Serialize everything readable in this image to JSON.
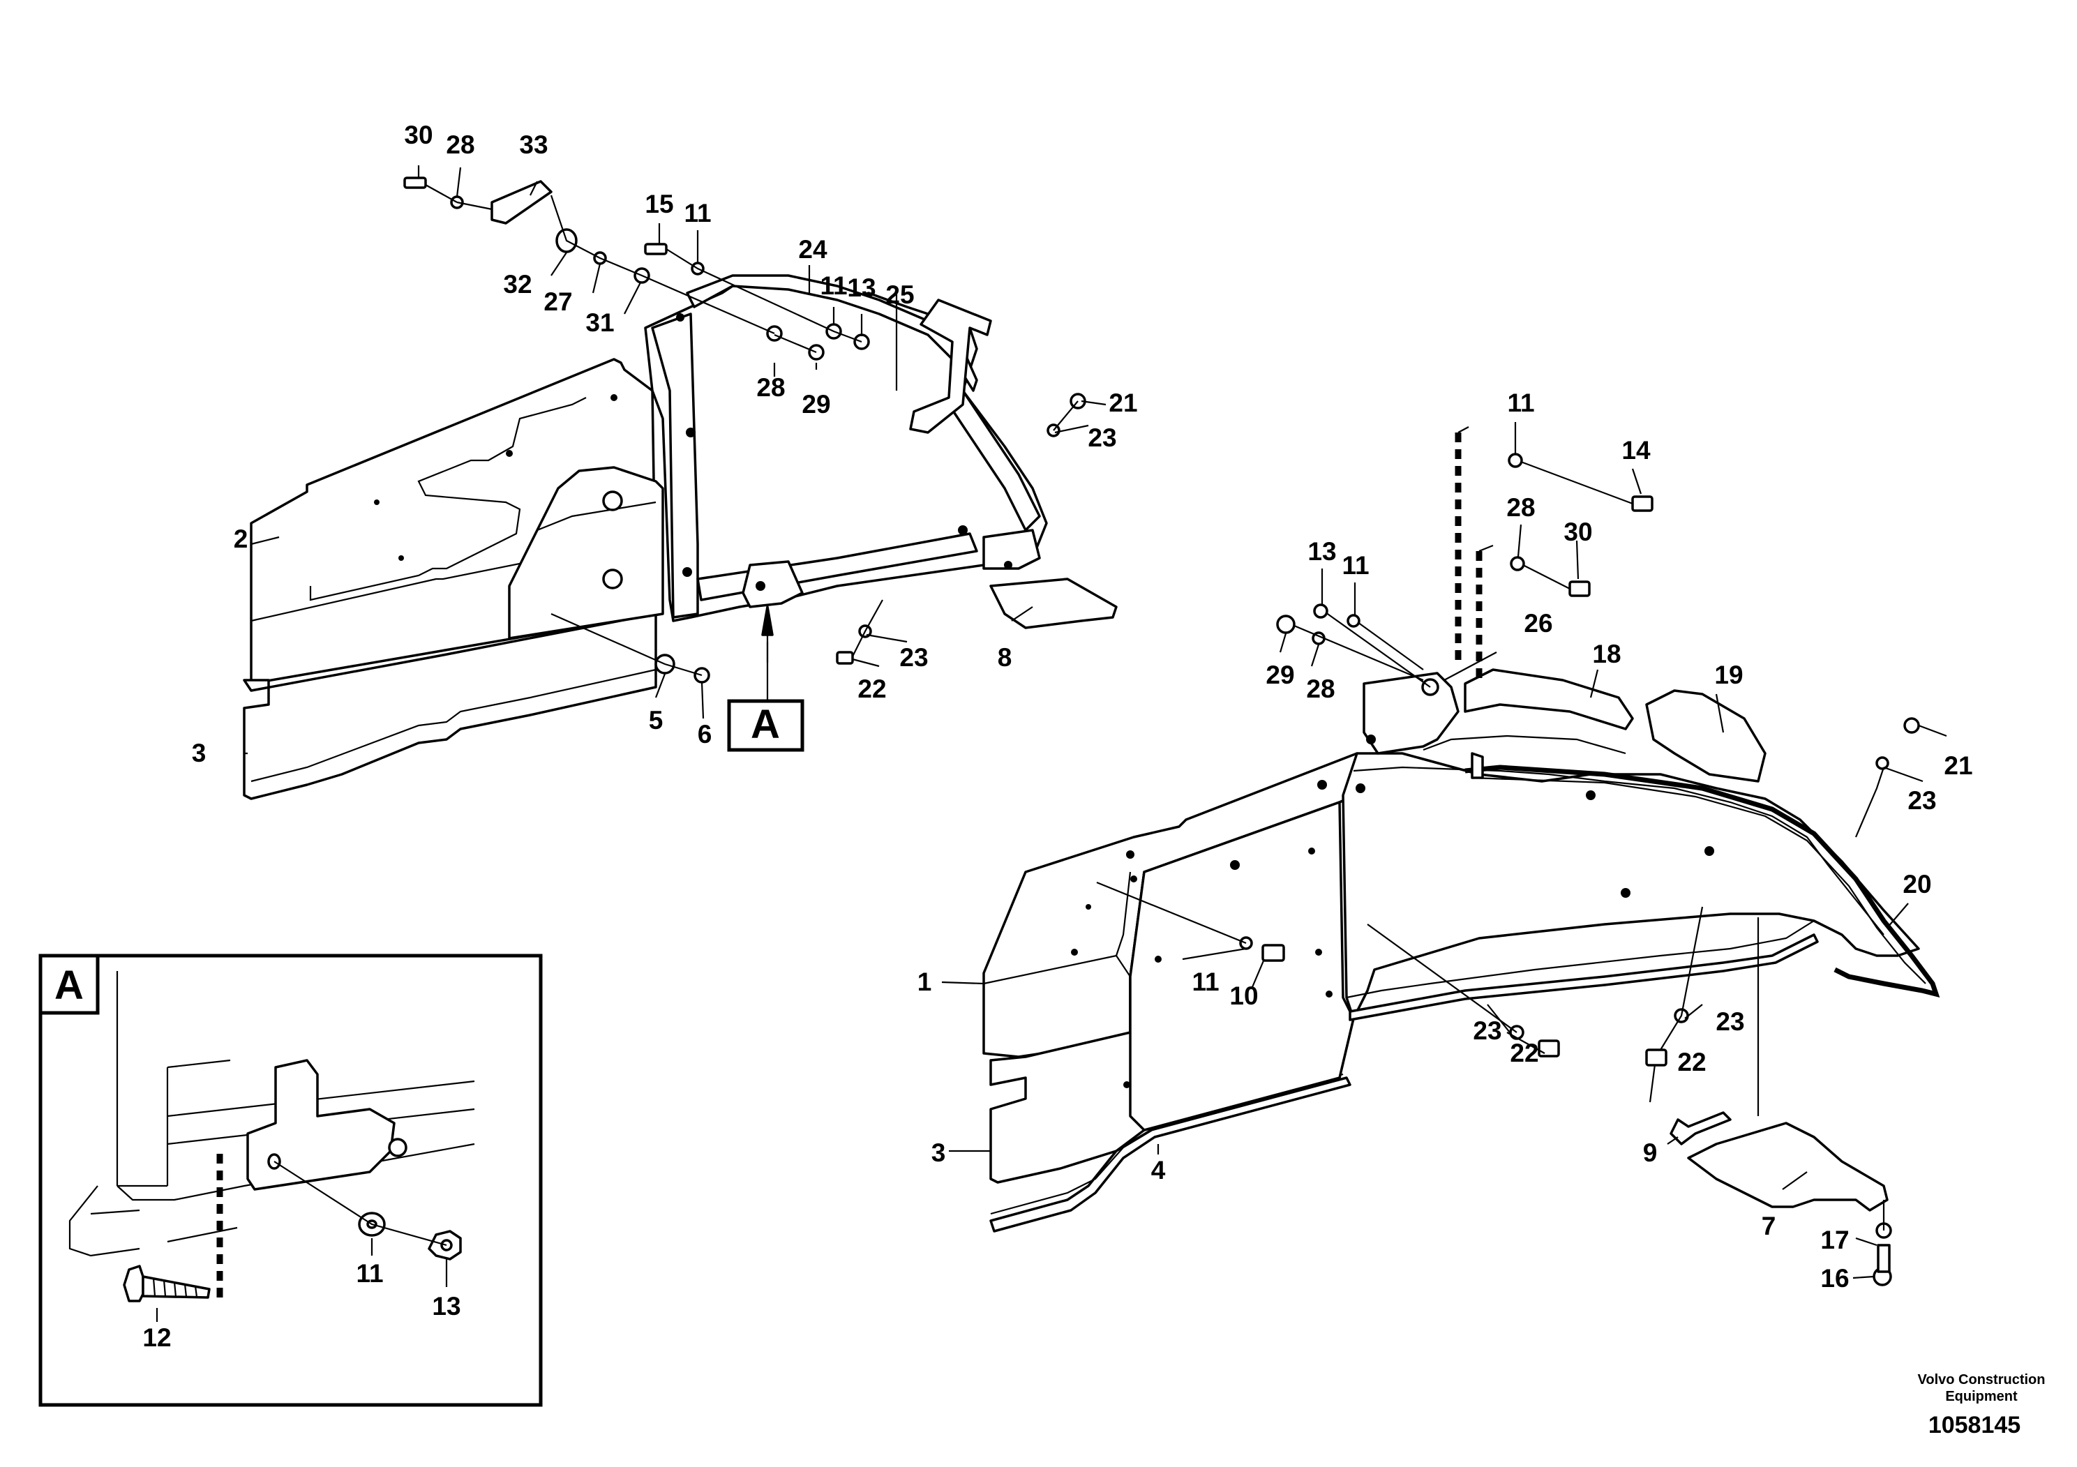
{
  "diagram": {
    "callouts_left": [
      "30",
      "28",
      "33",
      "15",
      "11",
      "24",
      "11",
      "13",
      "25",
      "32",
      "27",
      "31",
      "28",
      "29",
      "21",
      "23",
      "2",
      "23",
      "22",
      "8",
      "3",
      "5",
      "6"
    ],
    "callouts_right": [
      "11",
      "14",
      "28",
      "30",
      "13",
      "11",
      "26",
      "18",
      "19",
      "29",
      "28",
      "21",
      "23",
      "20",
      "1",
      "11",
      "10",
      "23",
      "22",
      "23",
      "22",
      "3",
      "4",
      "9",
      "7",
      "17",
      "16"
    ],
    "callouts_detail": [
      "11",
      "13",
      "12"
    ],
    "detail_ref_marker": "A",
    "detail_box_label": "A"
  },
  "footer": {
    "brand": "Volvo Construction Equipment",
    "drawing_number": "1058145"
  }
}
